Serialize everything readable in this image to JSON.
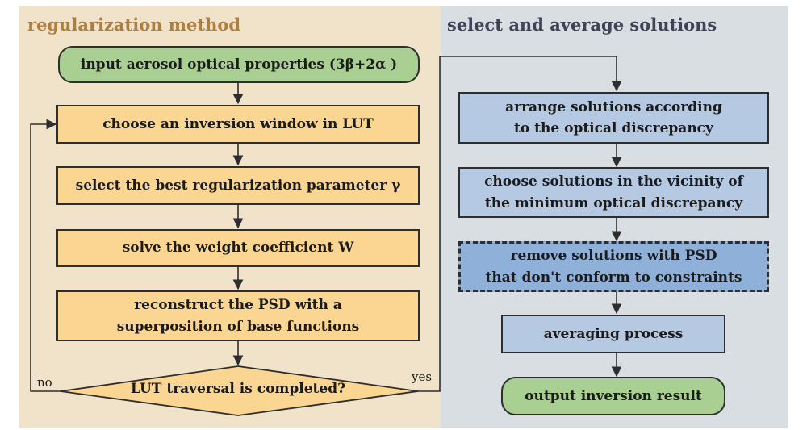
{
  "left_panel": {
    "title": "regularization method",
    "start": "input aerosol optical properties (3β+2α )",
    "step1": "choose an inversion window in LUT",
    "step2": "select the best regularization parameter γ",
    "step3": "solve the weight coefficient W",
    "step4": "reconstruct the PSD with a\nsuperposition of base functions",
    "decision": "LUT traversal is completed?",
    "label_no": "no",
    "label_yes": "yes"
  },
  "right_panel": {
    "title": "select and average solutions",
    "step1": "arrange solutions according\nto the optical discrepancy",
    "step2": "choose solutions in the vicinity of\nthe minimum optical discrepancy",
    "step3": "remove solutions with PSD\nthat don't conform to constraints",
    "step4": "averaging process",
    "end": "output inversion result"
  },
  "colors": {
    "left_background": "#f1e3c9",
    "right_background": "#d9dee3",
    "terminal_fill": "#a9cf92",
    "process_fill": "#fbd693",
    "right_process_fill": "#b6c9e2",
    "dashed_fill": "#8fb0d9"
  }
}
